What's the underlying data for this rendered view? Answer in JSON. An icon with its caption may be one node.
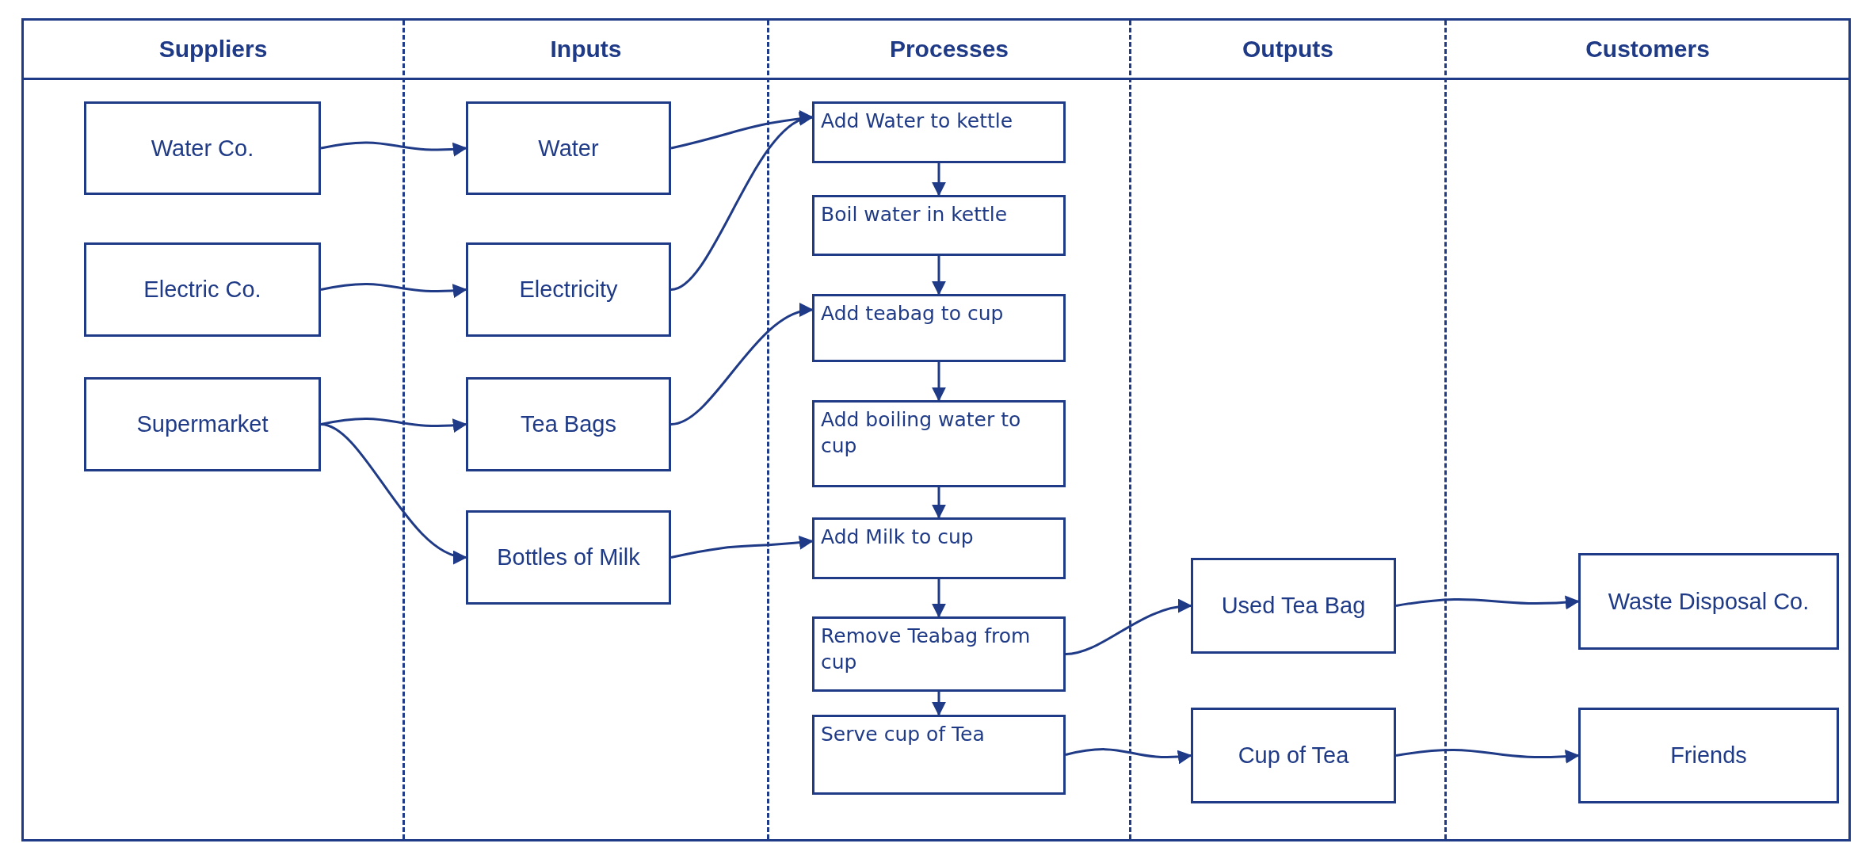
{
  "diagram": {
    "nodes": [
      {
        "text": [
          "Suppliers"
        ]
      },
      {
        "text": [
          "Inputs"
        ]
      },
      {
        "text": [
          "Processes"
        ]
      },
      {
        "text": [
          "Outputs"
        ]
      },
      {
        "text": [
          "Customers"
        ]
      },
      {
        "text": [
          "Water Co."
        ],
        "in": 0
      },
      {
        "text": [
          "Electric Co."
        ],
        "in": 0
      },
      {
        "text": [
          "Supermarket"
        ],
        "in": 0
      },
      {
        "text": [
          "Water"
        ],
        "in": 1
      },
      {
        "text": [
          "Electricity"
        ],
        "in": 1
      },
      {
        "text": [
          "Tea Bags"
        ],
        "in": 1
      },
      {
        "text": [
          "Bottles of Milk"
        ],
        "in": 1
      },
      {
        "text": [
          "Add Water to kettle"
        ],
        "in": 2
      },
      {
        "text": [
          "Boil water in kettle"
        ],
        "in": 2
      },
      {
        "text": [
          "Add teabag to cup"
        ],
        "in": 2
      },
      {
        "text": [
          "Add boiling water to cup"
        ],
        "in": 2
      },
      {
        "text": [
          "Add Milk to cup"
        ],
        "in": 2
      },
      {
        "text": [
          "Remove Teabag from cup"
        ],
        "in": 2
      },
      {
        "text": [
          "Serve cup of Tea"
        ],
        "in": 2
      },
      {
        "text": [
          "Used Tea Bag"
        ],
        "in": 3
      },
      {
        "text": [
          "Cup of Tea"
        ],
        "in": 3
      },
      {
        "text": [
          "Waste Disposal Co."
        ],
        "in": 4
      },
      {
        "text": [
          "Friends"
        ],
        "in": 4
      }
    ],
    "edges": [
      {
        "from": 5,
        "to": 8,
        "arrow": "to"
      },
      {
        "from": 6,
        "to": 9,
        "arrow": "to"
      },
      {
        "from": 7,
        "to": 10,
        "arrow": "to"
      },
      {
        "from": 7,
        "to": 11,
        "arrow": "to"
      },
      {
        "from": 8,
        "to": 12,
        "arrow": "to"
      },
      {
        "from": 9,
        "to": 12,
        "arrow": "to"
      },
      {
        "from": 10,
        "to": 14,
        "arrow": "to"
      },
      {
        "from": 11,
        "to": 16,
        "arrow": "to"
      },
      {
        "from": 12,
        "to": 13,
        "arrow": "to"
      },
      {
        "from": 13,
        "to": 14,
        "arrow": "to"
      },
      {
        "from": 14,
        "to": 15,
        "arrow": "to"
      },
      {
        "from": 15,
        "to": 16,
        "arrow": "to"
      },
      {
        "from": 16,
        "to": 17,
        "arrow": "to"
      },
      {
        "from": 17,
        "to": 18,
        "arrow": "to"
      },
      {
        "from": 17,
        "to": 19,
        "arrow": "to"
      },
      {
        "from": 18,
        "to": 20,
        "arrow": "to"
      },
      {
        "from": 19,
        "to": 21,
        "arrow": "to"
      },
      {
        "from": 20,
        "to": 22,
        "arrow": "to"
      }
    ]
  }
}
